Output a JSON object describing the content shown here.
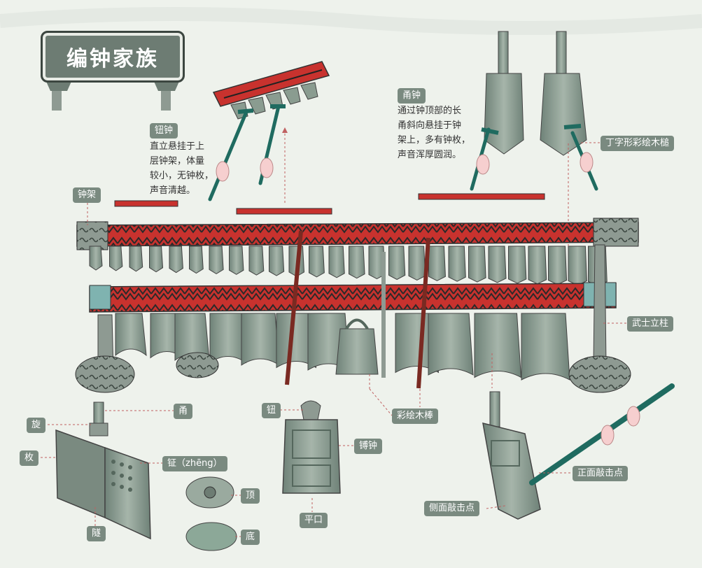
{
  "title": "编钟家族",
  "labels": {
    "niuzhong": "钮钟",
    "zhongjia": "钟架",
    "yongzhong": "甬钟",
    "dingzi": "丁字形彩绘木槌",
    "wushi": "武士立柱",
    "yong": "甬",
    "xuan": "旋",
    "mei": "枚",
    "zheng": "钲（zhēng）",
    "sui": "隧",
    "ding": "顶",
    "di": "底",
    "niu": "钮",
    "bozhong": "镈钟",
    "pingkou": "平口",
    "caihui": "彩绘木棒",
    "zhengmian": "正面敲击点",
    "cemian": "侧面敲击点"
  },
  "descriptions": {
    "niuzhong": [
      "直立悬挂于上",
      "层钟架，体量",
      "较小，无钟枚，",
      "声音清越。"
    ],
    "yongzhong": [
      "通过钟顶部的长",
      "甬斜向悬挂于钟",
      "架上，多有钟枚，",
      "声音浑厚圆润。"
    ]
  },
  "colors": {
    "bronze": "#8a9c90",
    "bronze_dark": "#55675d",
    "red": "#c8322e",
    "teal": "#1f6b60",
    "tag": "#7a8a80"
  }
}
